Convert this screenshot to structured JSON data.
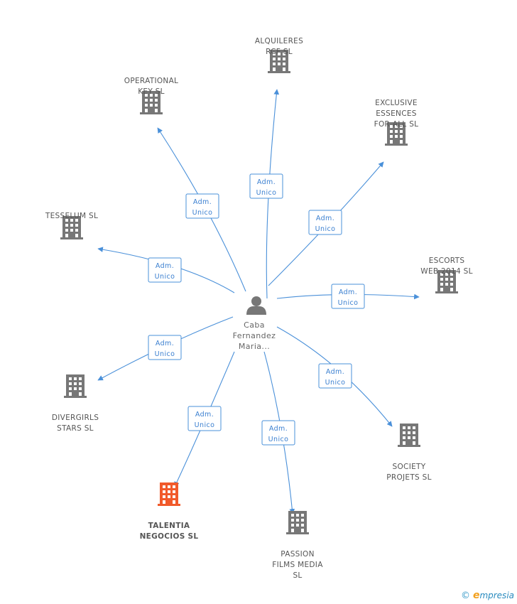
{
  "center": {
    "lines": [
      "Caba",
      "Fernandez",
      "Maria..."
    ],
    "icon": "person-icon"
  },
  "edges_role": [
    "Adm.",
    "Unico"
  ],
  "companies": [
    {
      "id": "alquileres",
      "lines": [
        "ALQUILERES",
        "RCF  SL"
      ],
      "highlight": false
    },
    {
      "id": "operational",
      "lines": [
        "OPERATIONAL",
        "KEY SL"
      ],
      "highlight": false
    },
    {
      "id": "exclusive",
      "lines": [
        "EXCLUSIVE",
        "ESSENCES",
        "FOR ALL  SL"
      ],
      "highlight": false
    },
    {
      "id": "tesselum",
      "lines": [
        "TESSELUM SL"
      ],
      "highlight": false
    },
    {
      "id": "escorts",
      "lines": [
        "ESCORTS",
        "WEB 2014  SL"
      ],
      "highlight": false
    },
    {
      "id": "divergirls",
      "lines": [
        "DIVERGIRLS",
        "STARS  SL"
      ],
      "highlight": false
    },
    {
      "id": "society",
      "lines": [
        "SOCIETY",
        "PROJETS  SL"
      ],
      "highlight": false
    },
    {
      "id": "talentia",
      "lines": [
        "TALENTIA",
        "NEGOCIOS  SL"
      ],
      "highlight": true
    },
    {
      "id": "passion",
      "lines": [
        "PASSION",
        "FILMS MEDIA",
        "SL"
      ],
      "highlight": false
    }
  ],
  "colors": {
    "building": "#777777",
    "highlight": "#f15a2b",
    "edge": "#4a90d9",
    "role_border": "#4a90d9"
  },
  "footer": {
    "copyright": "©",
    "brand_initial": "e",
    "brand_rest": "mpresia"
  }
}
